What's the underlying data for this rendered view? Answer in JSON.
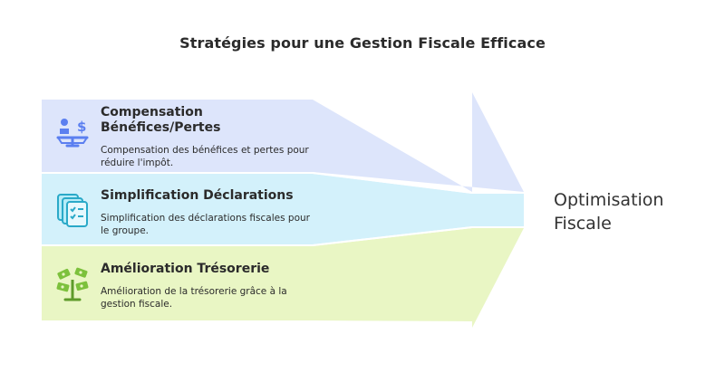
{
  "title": "Stratégies pour une Gestion Fiscale Efficace",
  "bands": [
    {
      "heading": "Compensation Bénéfices/Pertes",
      "description": "Compensation des bénéfices et pertes pour réduire l'impôt.",
      "icon": "balance-dollar-icon",
      "color": "#dde5fb"
    },
    {
      "heading": "Simplification Déclarations",
      "description": "Simplification des déclarations fiscales pour le groupe.",
      "icon": "documents-checklist-icon",
      "color": "#d3f1fb"
    },
    {
      "heading": "Amélioration Trésorerie",
      "description": "Amélioration de la trésorerie grâce à la gestion fiscale.",
      "icon": "money-plant-icon",
      "color": "#e9f6c4"
    }
  ],
  "result": "Optimisation Fiscale"
}
